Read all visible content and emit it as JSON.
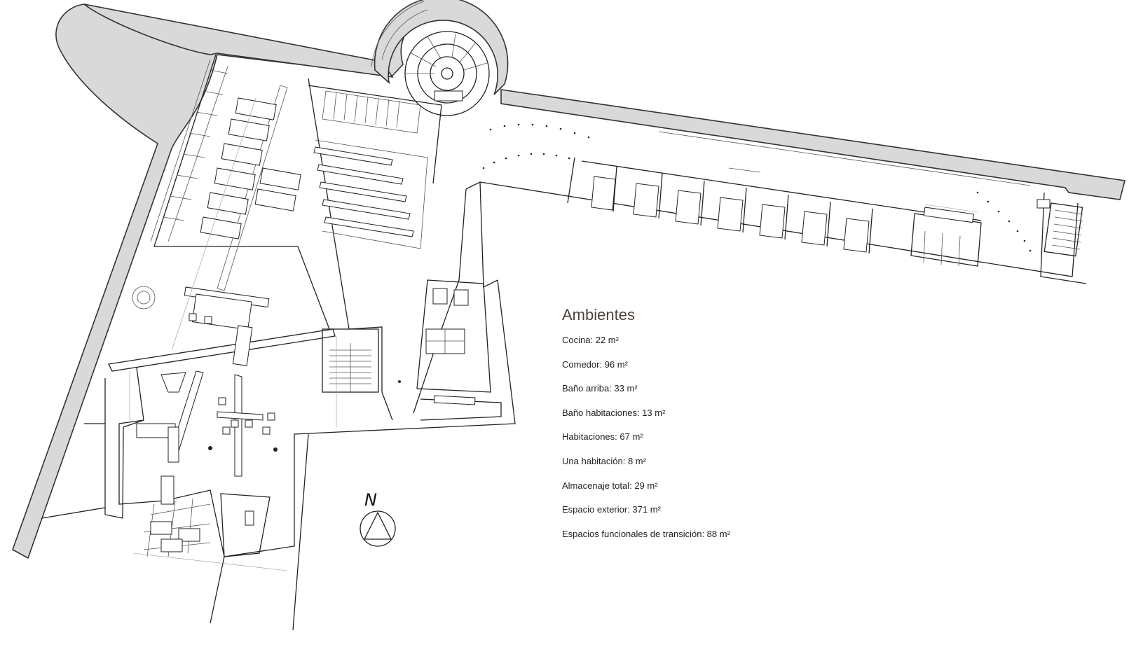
{
  "legend": {
    "title": "Ambientes",
    "items": [
      "Cocina: 22 m²",
      "Comedor: 96 m²",
      "Baño arriba: 33 m²",
      "Baño habitaciones: 13 m²",
      "Habitaciones: 67 m²",
      "Una habitación: 8 m²",
      "Almacenaje total: 29 m²",
      "Espacio exterior: 371 m²",
      "Espacios funcionales de transición: 88 m²"
    ]
  },
  "north_arrow": {
    "label": "N"
  }
}
